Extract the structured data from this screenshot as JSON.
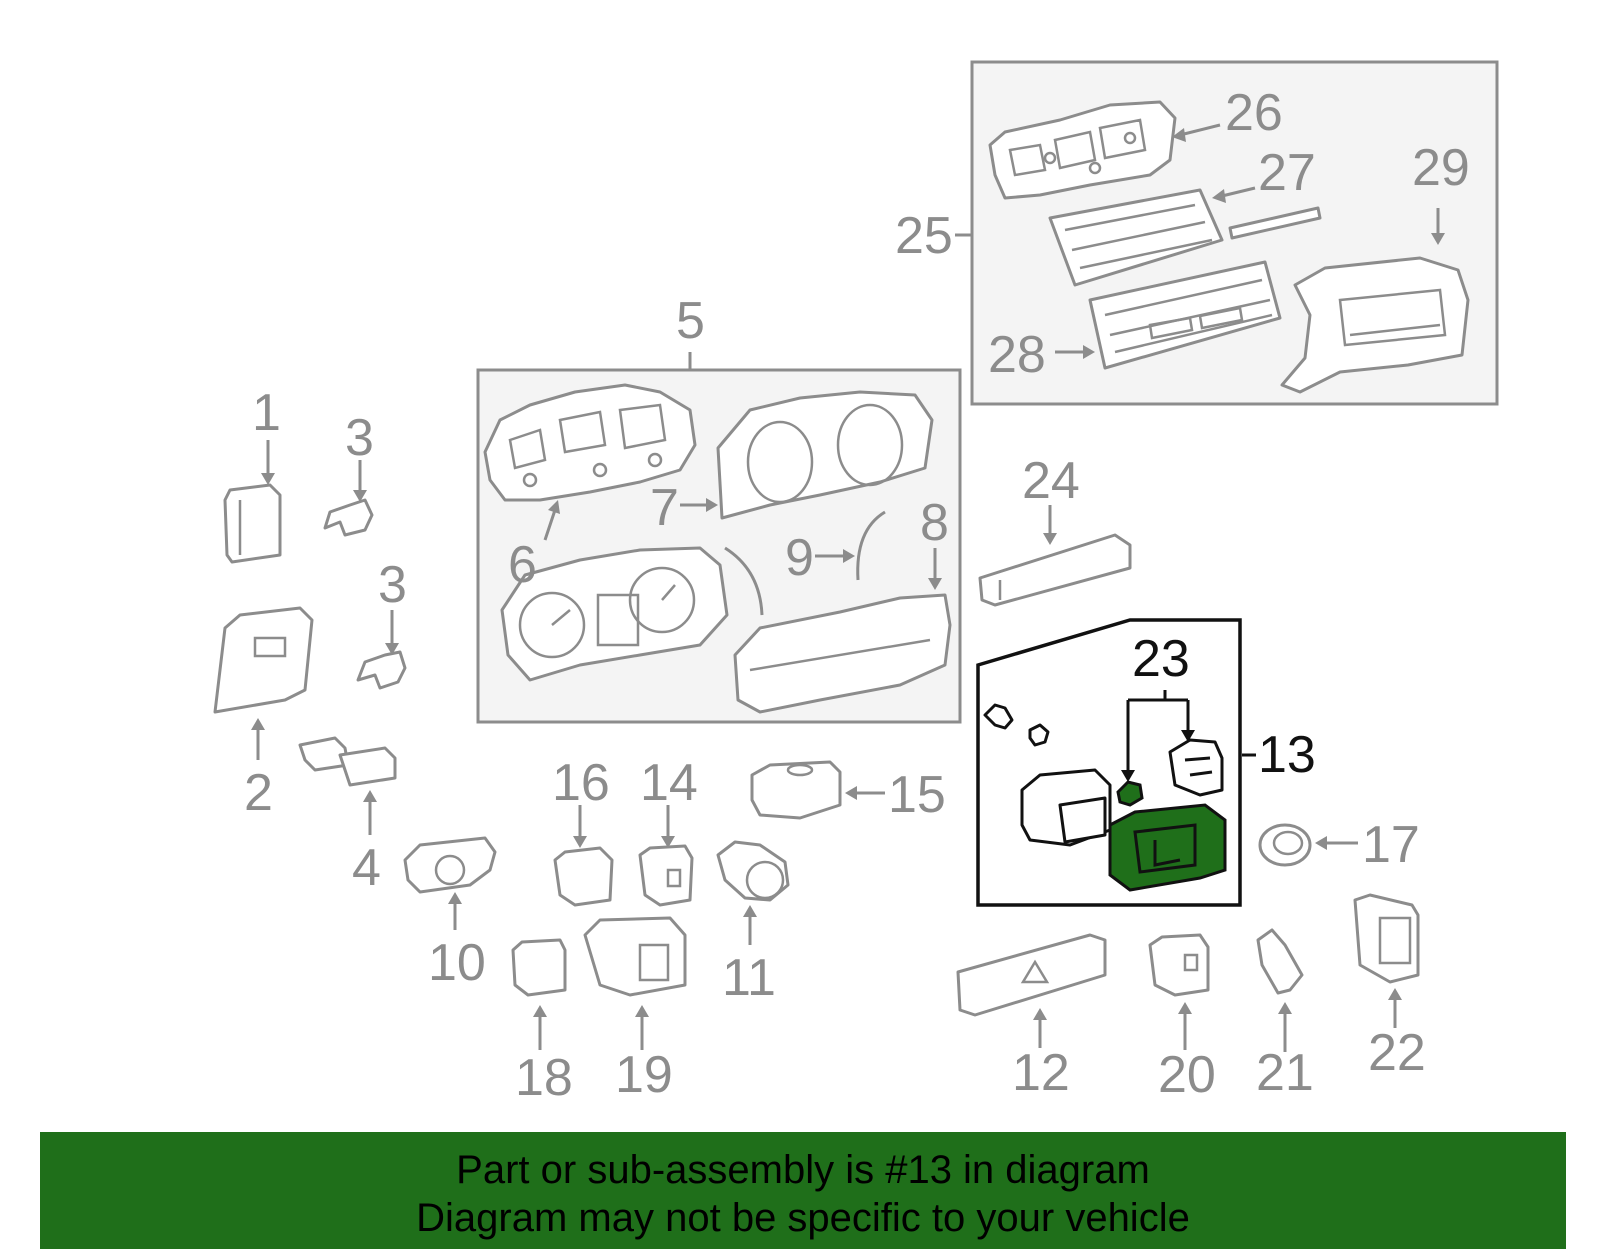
{
  "diagram": {
    "callouts": {
      "c1": "1",
      "c2": "2",
      "c3a": "3",
      "c3b": "3",
      "c4": "4",
      "c5": "5",
      "c6": "6",
      "c7": "7",
      "c8": "8",
      "c9": "9",
      "c10": "10",
      "c11": "11",
      "c12": "12",
      "c13": "13",
      "c14": "14",
      "c15": "15",
      "c16": "16",
      "c17": "17",
      "c18": "18",
      "c19": "19",
      "c20": "20",
      "c21": "21",
      "c22": "22",
      "c23": "23",
      "c24": "24",
      "c25": "25",
      "c26": "26",
      "c27": "27",
      "c28": "28",
      "c29": "29"
    },
    "highlighted_part": "13",
    "highlight_color": "#1f6f1a",
    "line_color": "#8c8c8c"
  },
  "banner": {
    "line1": "Part or sub-assembly is #13 in diagram",
    "line2": "Diagram may not be specific to your vehicle",
    "background": "#1f6f1a"
  }
}
